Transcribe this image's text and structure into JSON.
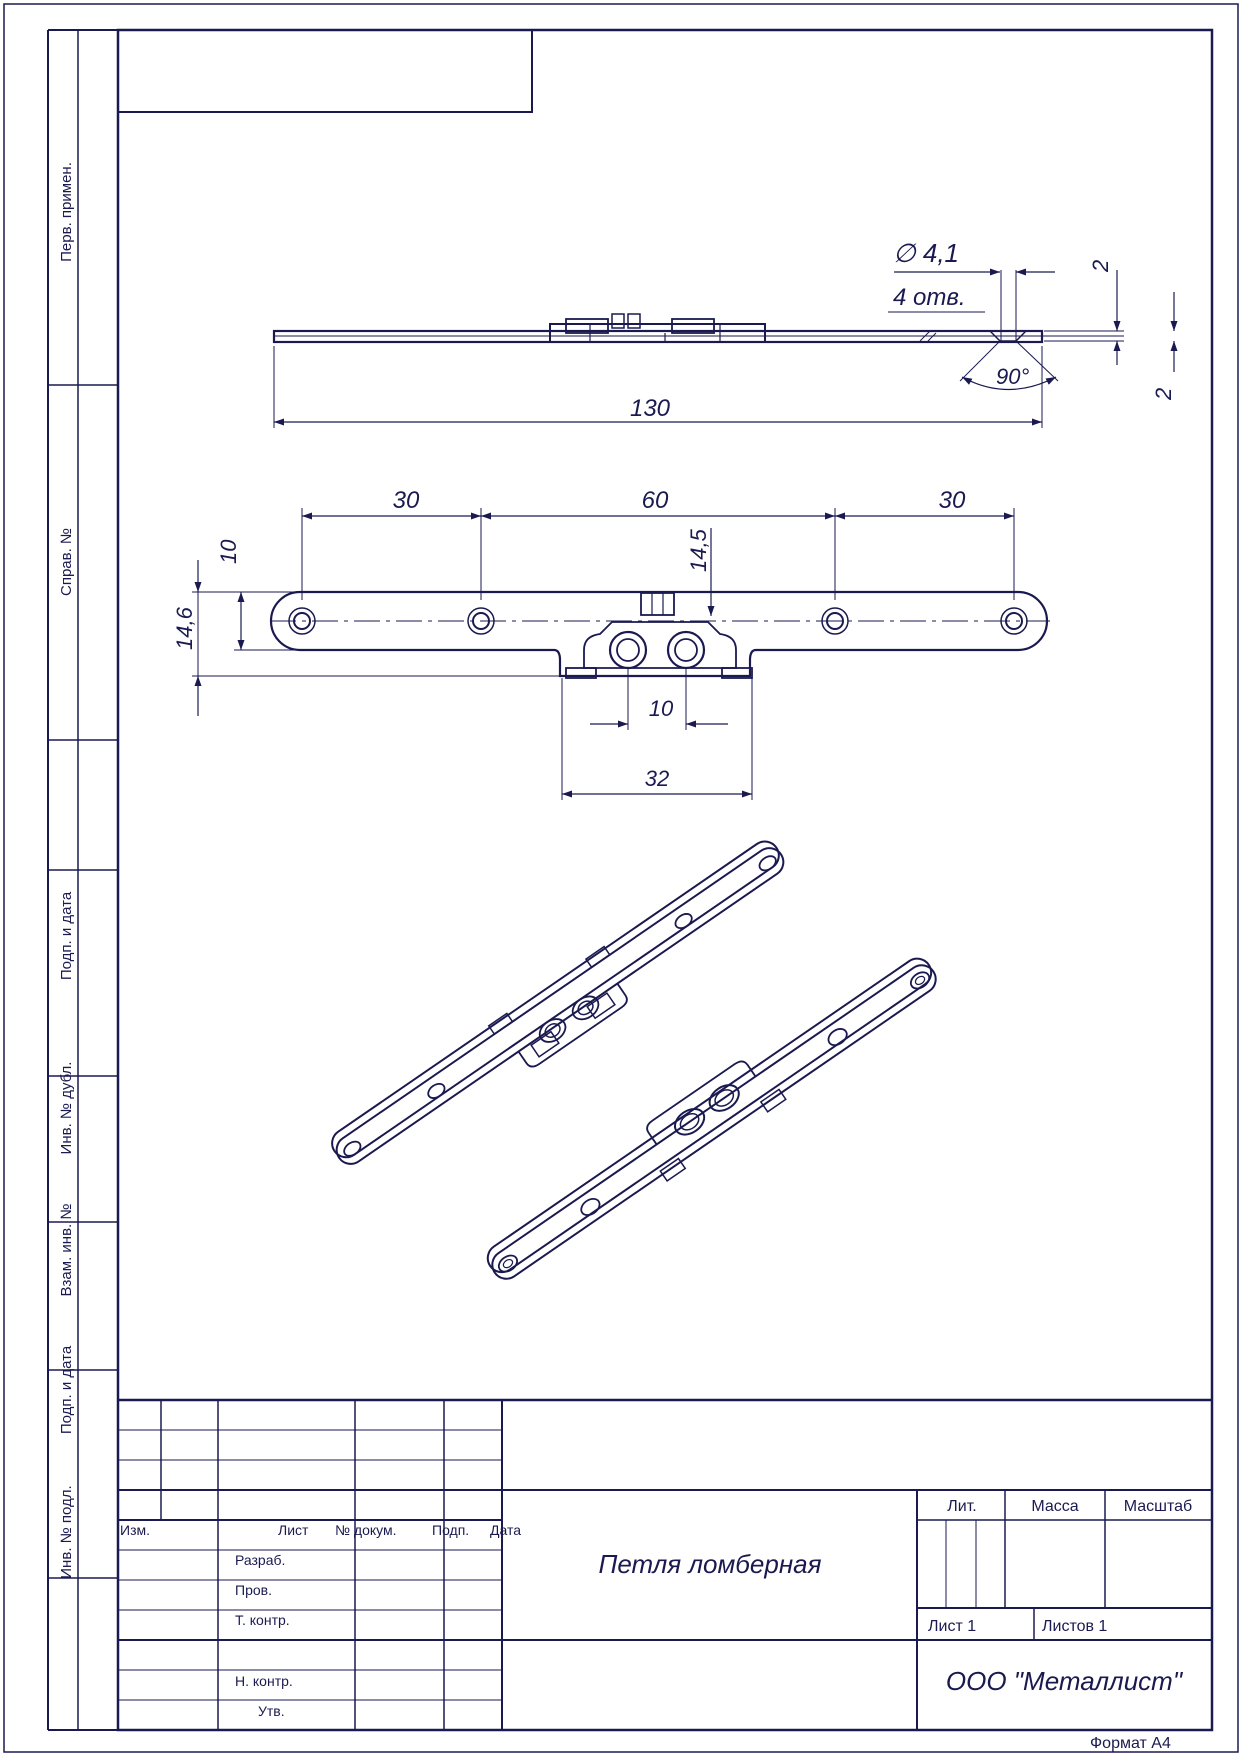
{
  "side_stamps": [
    "Перв. примен.",
    "Справ. №",
    "Подп. и дата",
    "Инв. № дубл.",
    "Взам. инв. №",
    "Подп. и дата",
    "Инв. № подл."
  ],
  "dims": {
    "hole_dia": "∅ 4,1",
    "hole_count": "4 отв.",
    "thickness_a": "2",
    "thickness_b": "2",
    "angle": "90°",
    "overall_length": "130",
    "spacing_left": "30",
    "spacing_mid": "60",
    "spacing_right": "30",
    "offset_14_5": "14,5",
    "width_10": "10",
    "width_14_6": "14,6",
    "center_10": "10",
    "tab_32": "32"
  },
  "title_block": {
    "headers": {
      "izm": "Изм.",
      "list": "Лист",
      "ndokum": "№ докум.",
      "podp": "Подп.",
      "data": "Дата"
    },
    "roles": {
      "razrab": "Разраб.",
      "prov": "Пров.",
      "tkontr": "Т. контр.",
      "nkontr": "Н. контр.",
      "utv": "Утв."
    },
    "title": "Петля ломберная",
    "lit": "Лит.",
    "mass": "Масса",
    "scale": "Масштаб",
    "sheet": "Лист 1",
    "sheets": "Листов 1",
    "company": "ООО \"Металлист\""
  },
  "format": "Формат А4",
  "colors": {
    "ink": "#1a1a50",
    "paper": "#ffffff"
  }
}
